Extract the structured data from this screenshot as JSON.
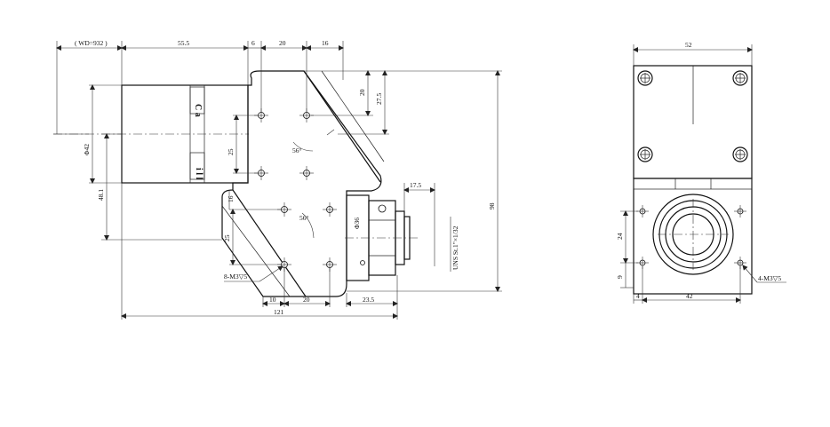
{
  "left_view": {
    "wd_label": "( WD=932 )",
    "dims_top": [
      "55.5",
      "6",
      "20",
      "16"
    ],
    "dims_right": [
      "20",
      "27.5",
      "98",
      "17.5"
    ],
    "dims_left": [
      "Φ42",
      "48.1",
      "25",
      "16",
      "25"
    ],
    "angles": [
      "56°",
      "56°"
    ],
    "lens_labels": [
      "C a",
      "i l l"
    ],
    "bore": "Φ36",
    "thread": "UNS St.1\"×1/32",
    "hole_callout": "8-M3▽5",
    "dims_bottom": [
      "10",
      "20",
      "23.5",
      "121"
    ]
  },
  "right_view": {
    "width_top": "52",
    "dim_24": "24",
    "dim_9": "9",
    "dim_4": "4",
    "dim_42": "42",
    "hole_callout": "4-M3▽5"
  }
}
